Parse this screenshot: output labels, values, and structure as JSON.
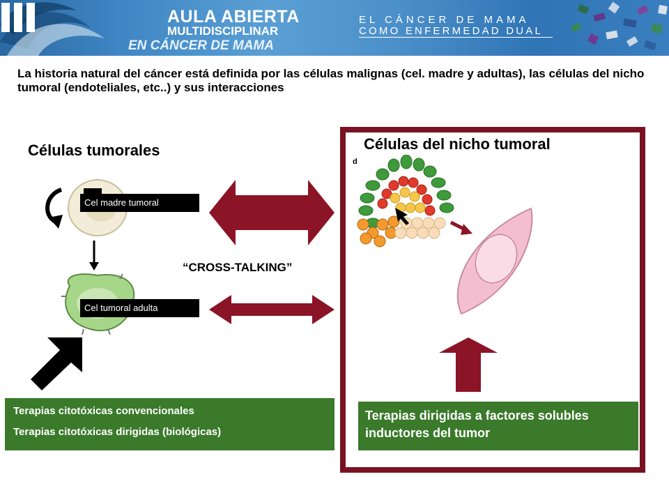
{
  "header": {
    "logo_line1": "AULA ABIERTA",
    "logo_line2": "MULTIDISCIPLINAR",
    "logo_line3": "EN CÁNCER DE MAMA",
    "subtitle_line1": "EL CÁNCER DE MAMA",
    "subtitle_line2": "COMO ENFERMEDAD DUAL"
  },
  "intro_text": "La historia natural del cáncer está definida por las células malignas (cel. madre y adultas), las células del nicho tumoral (endoteliales, etc..) y sus interacciones",
  "left_heading": "Células tumorales",
  "right_heading": "Células del nicho tumoral",
  "figure_panel_letter": "d",
  "labels": {
    "stem_cell": "Cel madre tumoral",
    "adult_cell": "Cel tumoral adulta",
    "cross_talk": "“CROSS-TALKING”"
  },
  "therapies_left": [
    "Terapias citotóxicas convencionales",
    "Terapias citotóxicas dirigidas (biológicas)"
  ],
  "therapy_right": "Terapias dirigidas a factores solubles inductores del tumor",
  "colors": {
    "frame": "#7a1222",
    "arrow_red": "#8b1426",
    "therapy_green": "#3a7a2a",
    "header_blue": "#3f86c4"
  }
}
